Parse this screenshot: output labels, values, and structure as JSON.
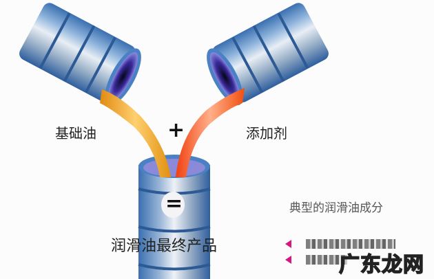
{
  "labels": {
    "base_oil": "基础油",
    "plus": "+",
    "additive": "添加剂",
    "equals": "=",
    "final_product": "润滑油最终产品",
    "composition_title": "典型的润滑油成分"
  },
  "watermark": "广东龙网",
  "colors": {
    "barrel_blue": "#4a86c8",
    "base_oil": "#f0a020",
    "additive": "#f25a20",
    "arrow": "#d6177f"
  }
}
